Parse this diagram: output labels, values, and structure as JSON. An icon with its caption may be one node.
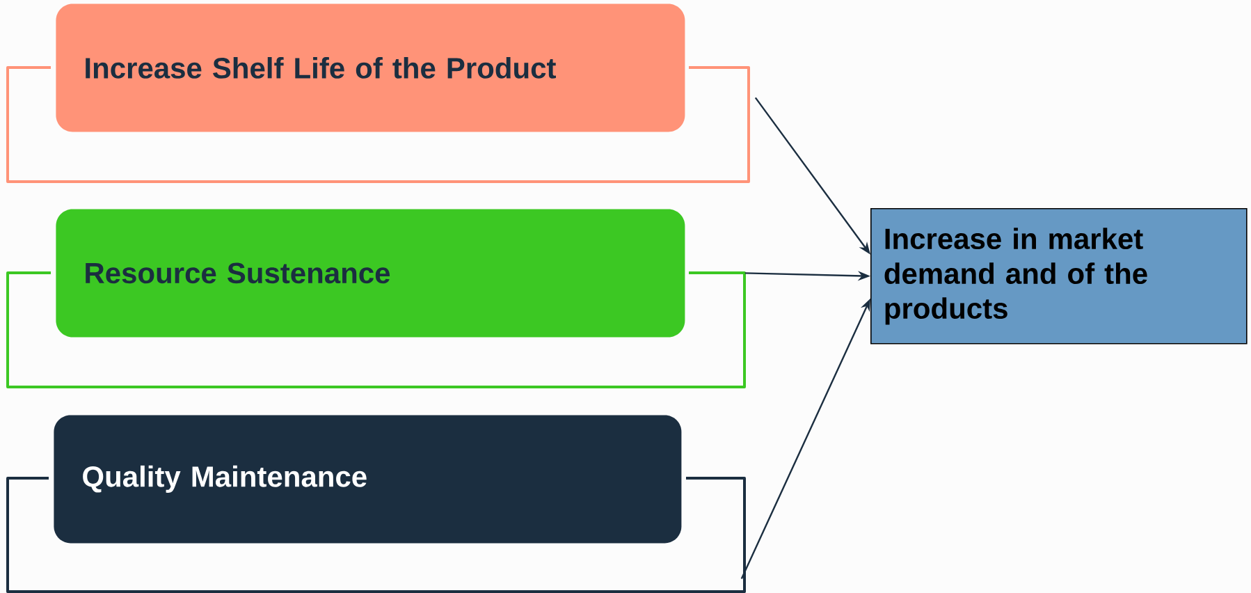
{
  "diagram": {
    "nodes": [
      {
        "text": [
          "Increase Shelf Life of the Product"
        ]
      },
      {
        "text": [
          "Resource Sustenance"
        ]
      },
      {
        "text": [
          "Quality Maintenance"
        ]
      },
      {
        "text": [
          "Increase in market demand and of the products"
        ]
      }
    ],
    "edges": [
      {
        "from": 0,
        "to": 3,
        "arrow": "to"
      },
      {
        "from": 1,
        "to": 3,
        "arrow": "to"
      },
      {
        "from": 2,
        "to": 3,
        "arrow": "to"
      }
    ]
  }
}
